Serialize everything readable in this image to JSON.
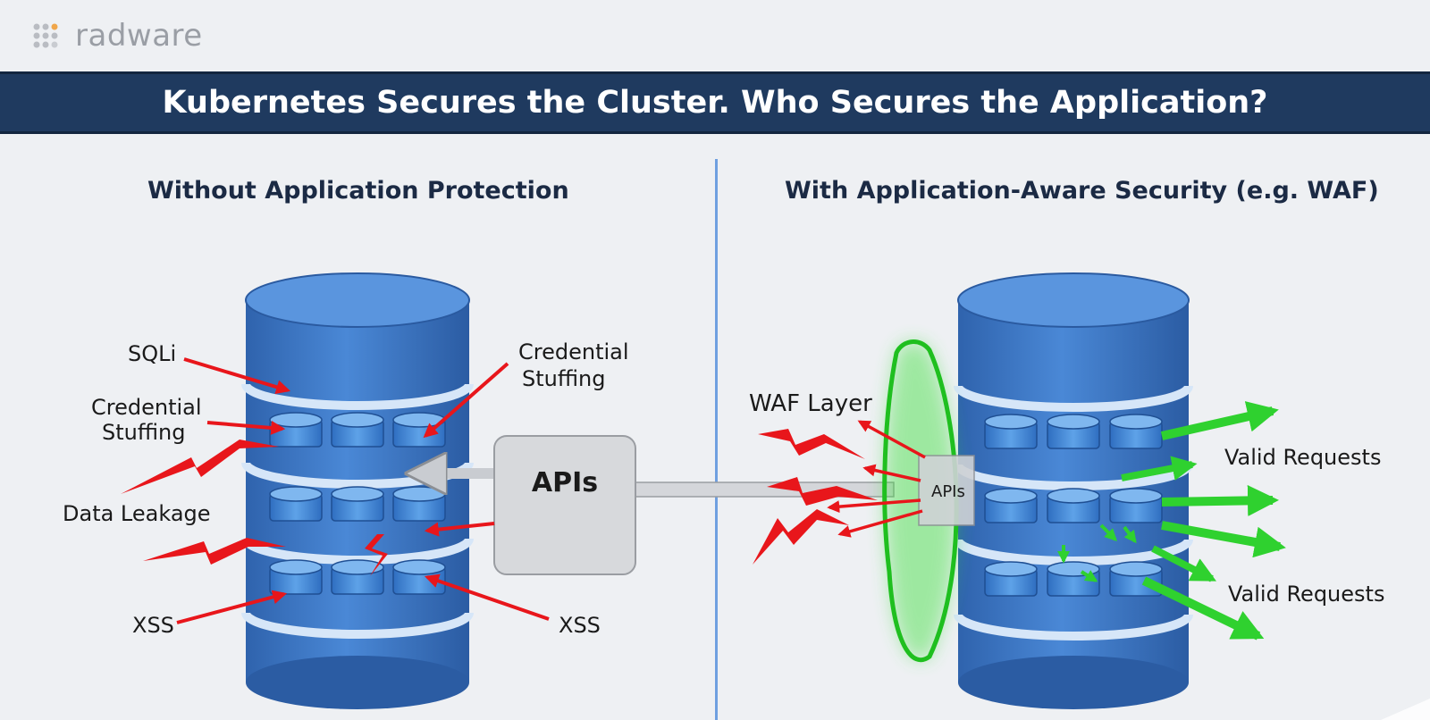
{
  "logo": {
    "text": "radware"
  },
  "banner": {
    "title": "Kubernetes Secures the Cluster. Who Secures the Application?"
  },
  "left_panel": {
    "title": "Without Application Protection",
    "labels": {
      "sqli": "SQLi",
      "cred_left_1": "Credential",
      "cred_left_2": "Stuffing",
      "data_leakage": "Data Leakage",
      "xss_left": "XSS",
      "cred_right_1": "Credential",
      "cred_right_2": "Stuffing",
      "xss_right": "XSS",
      "apis": "APIs"
    }
  },
  "right_panel": {
    "title": "With Application-Aware Security (e.g. WAF)",
    "labels": {
      "waf_layer": "WAF Layer",
      "apis": "APIs",
      "valid_requests_1": "Valid Requests",
      "valid_requests_2": "Valid Requests"
    }
  },
  "colors": {
    "banner": "#1f3a5f",
    "cylinder": "#3b78c9",
    "threat": "#e8161b",
    "valid": "#2fd12f",
    "divider": "#6f9fe0"
  }
}
